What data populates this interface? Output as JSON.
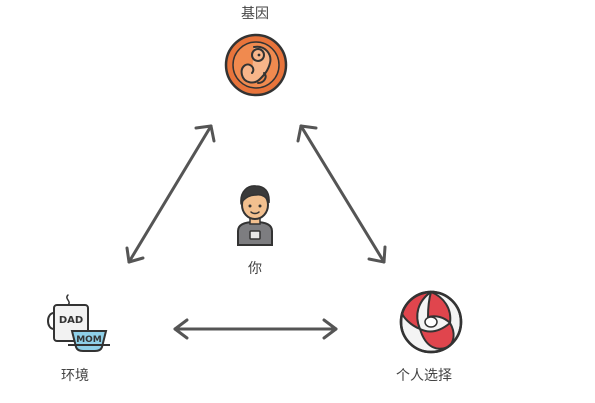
{
  "nodes": {
    "gene": {
      "label": "基因",
      "icon": "embryo-icon"
    },
    "you": {
      "label": "你",
      "icon": "person-icon"
    },
    "environment": {
      "label": "环境",
      "icon": "family-mugs-icon"
    },
    "choice": {
      "label": "个人选择",
      "icon": "beach-ball-icon"
    }
  },
  "mug_text": {
    "dad": "DAD",
    "mom": "MOM"
  },
  "colors": {
    "arrow": "#555555",
    "embryo_bg": "#e8743b",
    "ball_red": "#e0454d",
    "outline": "#333333"
  }
}
